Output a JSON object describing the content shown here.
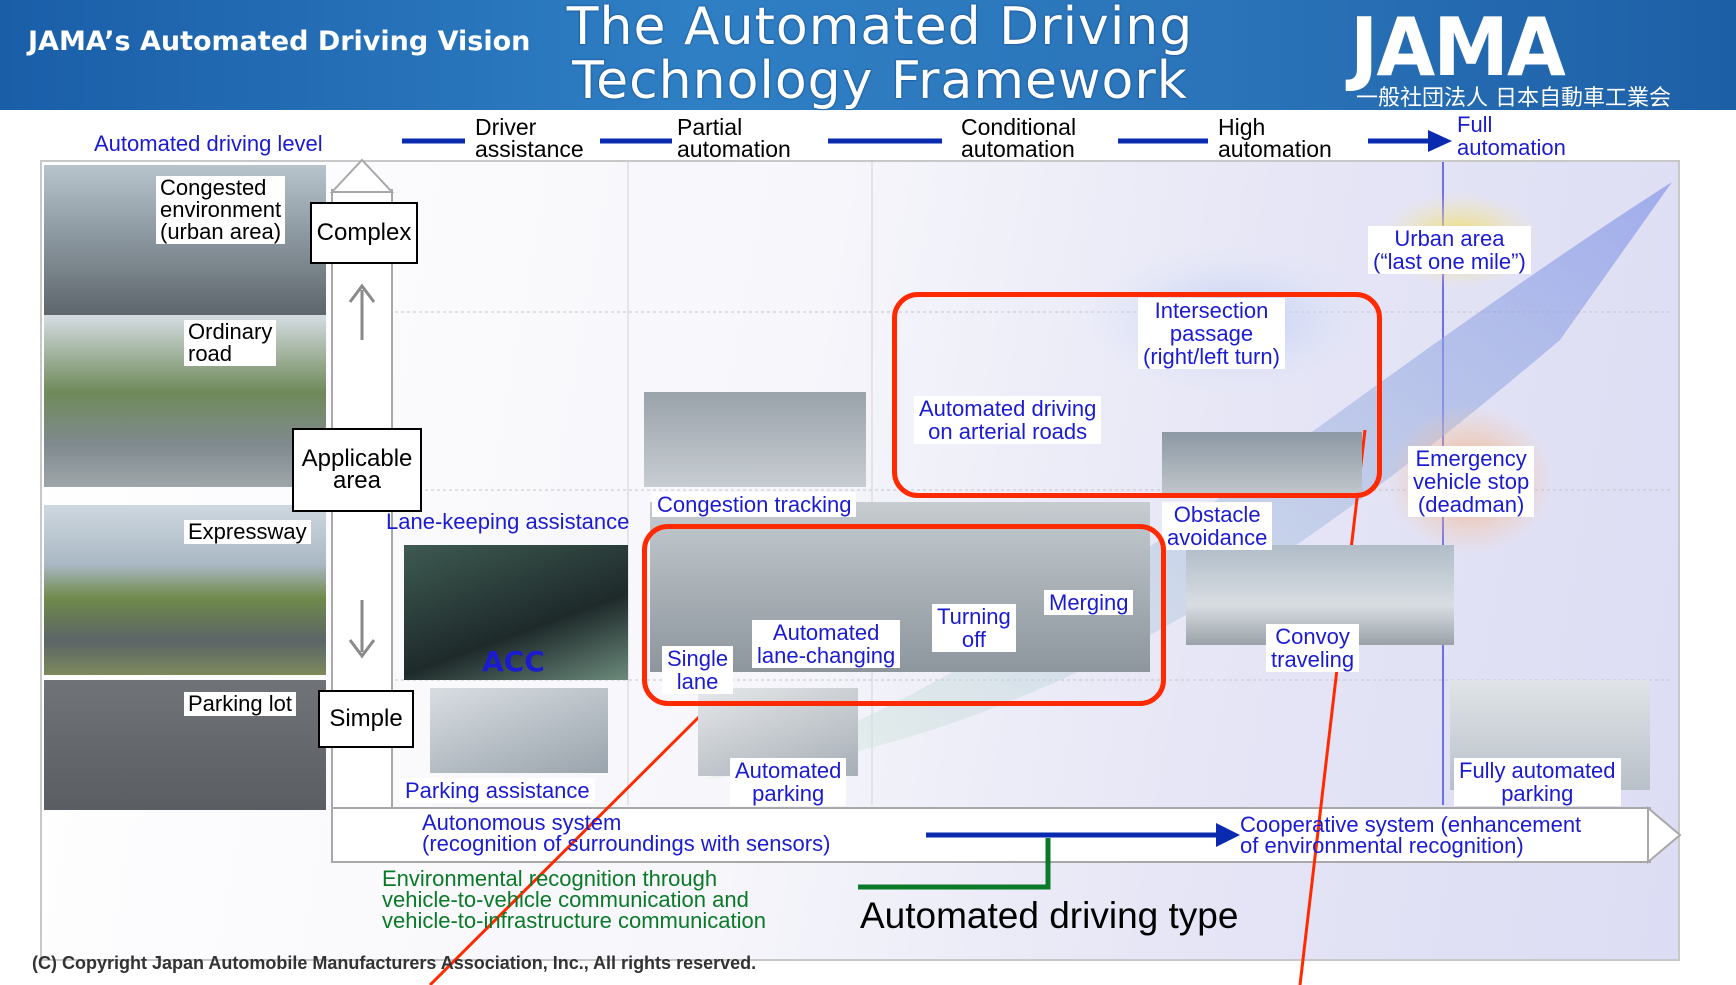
{
  "header": {
    "brand": "JAMA’s Automated Driving Vision",
    "title_line1": "The Automated Driving",
    "title_line2": "Technology Framework",
    "logo": "JAMA",
    "logo_sub": "一般社団法人 日本自動車工業会"
  },
  "levels": {
    "axis_label": "Automated driving level",
    "driver_assistance": "Driver\nassistance",
    "partial": "Partial\nautomation",
    "conditional": "Conditional\nautomation",
    "high": "High\nautomation",
    "full": "Full\nautomation"
  },
  "areas": {
    "congested": "Congested\nenvironment\n(urban area)",
    "ordinary": "Ordinary\nroad",
    "expressway": "Expressway",
    "parking_lot": "Parking lot",
    "complex": "Complex",
    "applicable": "Applicable\narea",
    "simple": "Simple"
  },
  "features": {
    "lane_keeping": "Lane-keeping assistance",
    "acc": "ACC",
    "congestion": "Congestion tracking",
    "parking_assistance": "Parking assistance",
    "auto_parking": "Automated\nparking",
    "single_lane": "Single\nlane",
    "lane_changing": "Automated\nlane-changing",
    "turning_off": "Turning\noff",
    "merging": "Merging",
    "arterial": "Automated driving\non arterial roads",
    "intersection": "Intersection\npassage\n(right/left turn)",
    "obstacle": "Obstacle\navoidance",
    "convoy": "Convoy\ntraveling",
    "urban": "Urban area\n(“last one mile”)",
    "emergency": "Emergency\nvehicle stop\n(deadman)",
    "fully_parking": "Fully automated\nparking"
  },
  "types": {
    "autonomous": "Autonomous system\n(recognition of surroundings with sensors)",
    "cooperative": "Cooperative system (enhancement\nof environmental recognition)",
    "env_recognition": "Environmental recognition through\nvehicle-to-vehicle communication and\nvehicle-to-infrastructure communication",
    "axis_label": "Automated driving type"
  },
  "footer": {
    "copyright": "(C) Copyright Japan Automobile Manufacturers Association, Inc., All rights reserved."
  },
  "colors": {
    "header_blue": "#2b74b9",
    "label_blue": "#1b1bd0",
    "arrow_blue": "#0a2ab0",
    "highlight_red": "#ff2a00",
    "green_line": "#0a7a28"
  }
}
